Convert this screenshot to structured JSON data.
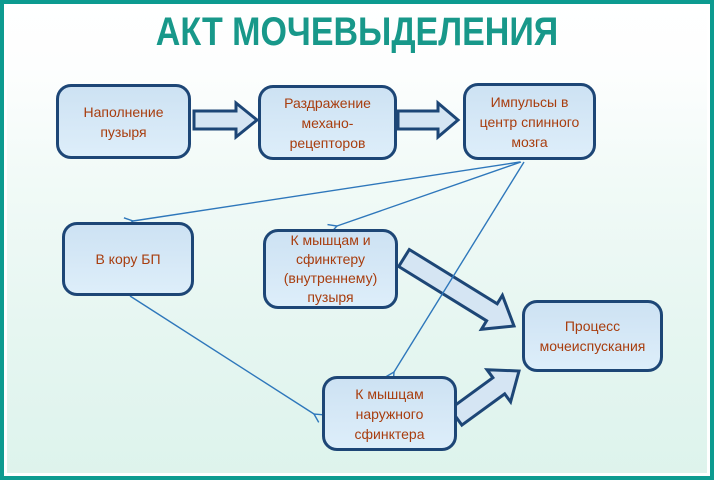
{
  "title": {
    "text": "АКТ МОЧЕВЫДЕЛЕНИЯ",
    "color": "#18988a"
  },
  "diagram": {
    "nodes": [
      {
        "id": "bladder-filling",
        "label": "Наполнение\nпузыря"
      },
      {
        "id": "mechanoreceptors",
        "label": "Раздражение\nмехано-\nрецепторов"
      },
      {
        "id": "spinal-center",
        "label": "Импульсы в\nцентр спинного\nмозга"
      },
      {
        "id": "cortex",
        "label": "В кору  БП"
      },
      {
        "id": "bladder-muscles",
        "label": "К мышцам и\nсфинктеру\n(внутреннему)\nпузыря"
      },
      {
        "id": "urination-process",
        "label": "Процесс\nмочеиспускания"
      },
      {
        "id": "external-sphincter",
        "label": "К мышцам\nнаружного\nсфинктера"
      }
    ],
    "edges": [
      {
        "from": "bladder-filling",
        "to": "mechanoreceptors",
        "style": "block-arrow"
      },
      {
        "from": "mechanoreceptors",
        "to": "spinal-center",
        "style": "block-arrow"
      },
      {
        "from": "spinal-center",
        "to": "cortex",
        "style": "thin-arrow"
      },
      {
        "from": "spinal-center",
        "to": "bladder-muscles",
        "style": "thin-arrow"
      },
      {
        "from": "spinal-center",
        "to": "external-sphincter",
        "style": "thin-arrow"
      },
      {
        "from": "cortex",
        "to": "external-sphincter",
        "style": "thin-arrow"
      },
      {
        "from": "bladder-muscles",
        "to": "urination-process",
        "style": "block-arrow"
      },
      {
        "from": "external-sphincter",
        "to": "urination-process",
        "style": "block-arrow"
      }
    ],
    "colors": {
      "frame_border": "#0d9b90",
      "frame_inner_border": "#ffffff",
      "background_top": "#ffffff",
      "background_bottom": "#ddf3ec",
      "node_fill": "#d5e8f6",
      "node_border": "#1d4676",
      "node_text": "#a83d0e",
      "block_arrow_fill": "#d5e5f3",
      "block_arrow_border": "#1d4676",
      "thin_arrow": "#2e77bb",
      "title_text": "#18988a"
    }
  }
}
